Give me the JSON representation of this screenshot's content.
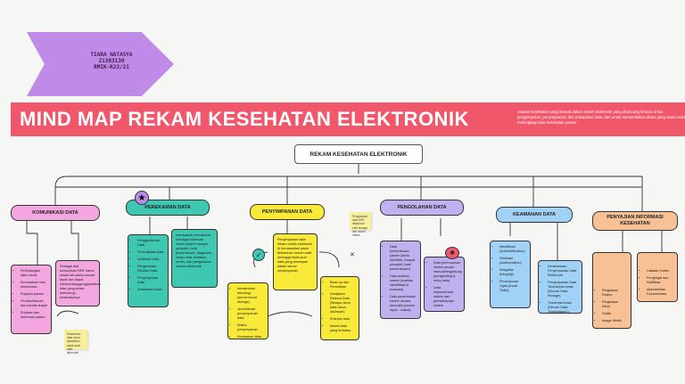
{
  "author": {
    "name": "TIARA NATASYA",
    "id": "21303130",
    "class": "RMIK-R23/21"
  },
  "title": "MIND MAP REKAM KESEHATAN ELEKTRONIK",
  "description": "catatan kesehatan yang berada dalam sistem elektronik yang dirancang khusus untuk pengumpulan, penyimpanan, dan manipulasi data, dan untuk menyediakan akses yang aman untuk melengkapi data kesehatan pasien",
  "root": "REKAM KESEHATAN ELEKTRONIK",
  "categories": {
    "komunikasi": {
      "label": "KOMUNIKASI DATA",
      "list": [
        "Perlindungan data medis",
        "Kemudahan dan keakuratan",
        "Rujukan pasien",
        "Pemberitahuan dan kontak terjadi",
        "Edukasi dan informasi pasien"
      ],
      "note": "Sebagai alat komunikasi RKE harus selalu berusaha secara tepat dan dapat mempertanggungjawabkan data yang selalu terlindungi kerahasianya"
    },
    "perekaman": {
      "label": "PEREKAMAN DATA",
      "list": [
        "Penggumpulan Data",
        "Pemvalidasi Data",
        "Verifikasi Data",
        "Pengelolaan Struktur Data",
        "Penyimpanan Data",
        "Keamanan Data"
      ],
      "note": "merupakan pencatatan berbagai informasi medis seperti riwayat penyakit, hasil pemeriksaan, diagnosis, resep obat, tindakan medis, dan pengobatan secara elektronik"
    },
    "penyimpanan": {
      "label": "PENYIMPANAN DATA",
      "note": "Penyimpanan data rekam medis elektronik di berdasarkan pada kebutuhan rumah sakit sehingga tidak jauh data yang tersimpan dalam server penyimpanan",
      "list_left": [
        "Infrastruktur teknologi (server/cloud storage)",
        "Jenis/Media penyimpanan data",
        "Waktu penyimpanan",
        "Keamanan data"
      ],
      "list_right": [
        "Back up dan Pemulihan",
        "Kebijakan Retensi Data (Berapa lama data harus disimpan)",
        "Enkripsi data",
        "Akses data yang terbatas"
      ]
    },
    "pengolahan": {
      "label": "PENGOLAHAN DATA",
      "list_left": [
        "Data pemeriksaan pasien (kartu identitas, riwayat penyakit, hasil pemeriksaan)",
        "Data analisis sistem (kualitas identifikasi & evaluasi)",
        "Data penerimaan sistem secara otomatis (proses input - output)"
      ],
      "list_right": [
        "Data pemrosesan sistem secara manual/tergantung (pengkoding & entry data)",
        "Data implementasi sistem dan pemeliharaan sistem"
      ]
    },
    "keamanan": {
      "label": "KEAMANAN DATA",
      "list_left": [
        "Identifikasi (Authentification)",
        "Otorisasi (Authorization)",
        "Integritas (Integrity)",
        "Penelusuran Jejak (Audit Trails)"
      ],
      "list_right": [
        "Kerahasiaan Penyimpanan Data Elektronik",
        "Penyimpanan Data Terenkripsi Aman (Secure Data Storage)",
        "Transmisi Aman (Secure Data Transmission)"
      ]
    },
    "penyajian": {
      "label": "PENYAJIAN INFORMASI KESEHATAN",
      "list_left": [
        "Ringkasan Pasien",
        "Ringkasan Klinis",
        "Grafik",
        "Image Medis"
      ],
      "list_right": [
        "Catatan Dokter",
        "Pengingat dan Notifikasi",
        "Aksesibilitas Dokumentasi"
      ]
    }
  },
  "notes": {
    "sticky_left": "Keamanan data harus dipastikan sejak awal data diperoleh",
    "sticky_mid": "Pengolahan data RKE dilakukan oleh tenaga ahli rekam medis"
  },
  "colors": {
    "banner": "#f1576b",
    "author": "#c08be8",
    "komunikasi": "#f3a6df",
    "perekaman": "#3fc8b1",
    "penyimpanan": "#f9ea3a",
    "pengolahan": "#bfb0ef",
    "keamanan": "#9fd2f6",
    "penyajian": "#f8c195"
  }
}
